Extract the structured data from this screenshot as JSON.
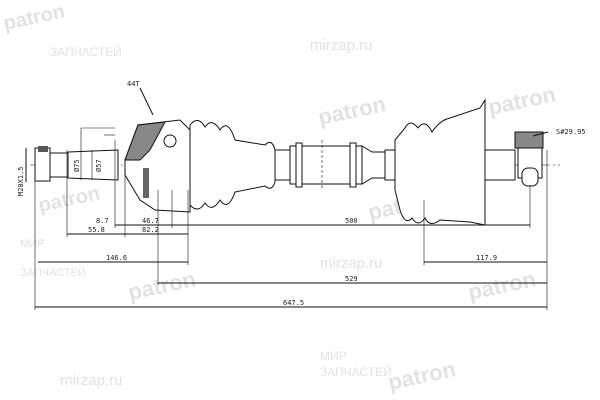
{
  "watermarks": {
    "brand": "patron",
    "ru_line1": "МИР",
    "ru_line2": "ЗАПЧАСТЕЙ",
    "site": "mirzap.ru"
  },
  "labels": {
    "teeth": "44T",
    "thread": "M20X1.5",
    "dia_outer": "Ø75",
    "dia_inner": "Ø57",
    "d_8_7": "8.7",
    "d_46_7": "46.7",
    "d_55_8": "55.8",
    "d_82_2": "82.2",
    "d_146_6": "146.6",
    "d_500": "500",
    "d_117_9": "117.9",
    "d_529": "529",
    "d_647_5": "647.5",
    "spline": "S#29.95"
  }
}
